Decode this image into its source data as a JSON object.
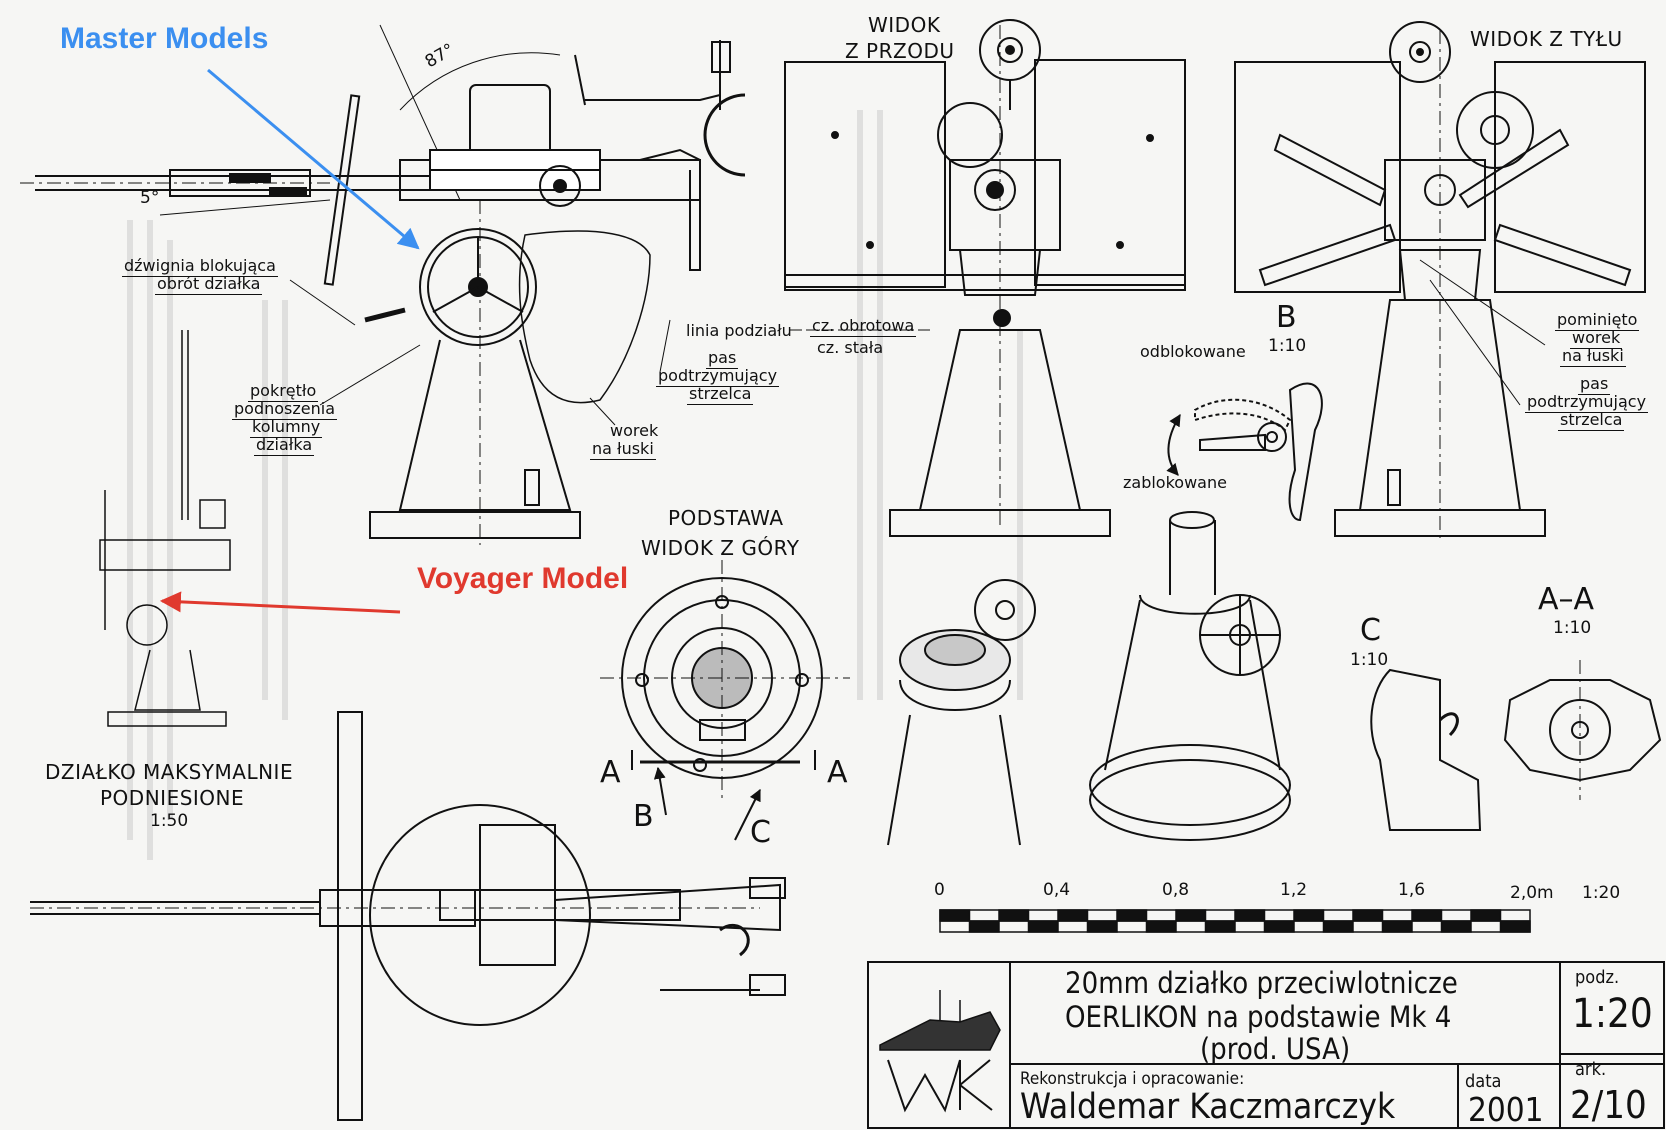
{
  "annotations": {
    "master_models": "Master Models",
    "voyager_model": "Voyager Model",
    "master_color": "#3b8ff0",
    "voyager_color": "#e0392e"
  },
  "side_view": {
    "angle_top": "87°",
    "angle_bottom": "5°",
    "lever_label_line1": "dźwignia blokująca",
    "lever_label_line2": "obrót działka",
    "knob_label_line1": "pokrętło",
    "knob_label_line2": "podnoszenia",
    "knob_label_line3": "kolumny",
    "knob_label_line4": "działka",
    "division_line": "linia podziału",
    "rotating_part": "cz. obrotowa",
    "fixed_part": "cz. stała",
    "strap_line1": "pas",
    "strap_line2": "podtrzymujący",
    "strap_line3": "strzelca",
    "bag_line1": "worek",
    "bag_line2": "na łuski"
  },
  "front_view": {
    "title_line1": "WIDOK",
    "title_line2": "Z PRZODU"
  },
  "rear_view": {
    "title": "WIDOK Z TYŁU",
    "omitted_line1": "pominięto",
    "omitted_line2": "worek",
    "omitted_line3": "na łuski",
    "strap_line1": "pas",
    "strap_line2": "podtrzymujący",
    "strap_line3": "strzelca"
  },
  "detail_b": {
    "letter": "B",
    "scale": "1:10",
    "unlocked": "odblokowane",
    "locked": "zablokowane"
  },
  "base_view": {
    "title_line1": "PODSTAWA",
    "title_line2": "WIDOK Z GÓRY",
    "mark_a_left": "A",
    "mark_a_right": "A",
    "mark_b": "B",
    "mark_c": "C"
  },
  "raised_view": {
    "title_line1": "DZIAŁKO MAKSYMALNIE",
    "title_line2": "PODNIESIONE",
    "scale": "1:50"
  },
  "detail_c": {
    "letter": "C",
    "scale": "1:10"
  },
  "section_aa": {
    "title": "A–A",
    "scale": "1:10"
  },
  "scale_bar": {
    "ticks": [
      "0",
      "0,4",
      "0,8",
      "1,2",
      "1,6",
      "2,0m"
    ],
    "ratio": "1:20"
  },
  "title_block": {
    "title_line1": "20mm działko przeciwlotnicze",
    "title_line2": "OERLIKON na podstawie Mk 4",
    "title_line3": "(prod. USA)",
    "scale_label": "podz.",
    "scale_value": "1:20",
    "credit_label": "Rekonstrukcja i opracowanie:",
    "author": "Waldemar Kaczmarczyk",
    "date_label": "data",
    "date_value": "2001",
    "sheet_label": "ark.",
    "sheet_value": "2/10",
    "logo_text": "WK"
  }
}
